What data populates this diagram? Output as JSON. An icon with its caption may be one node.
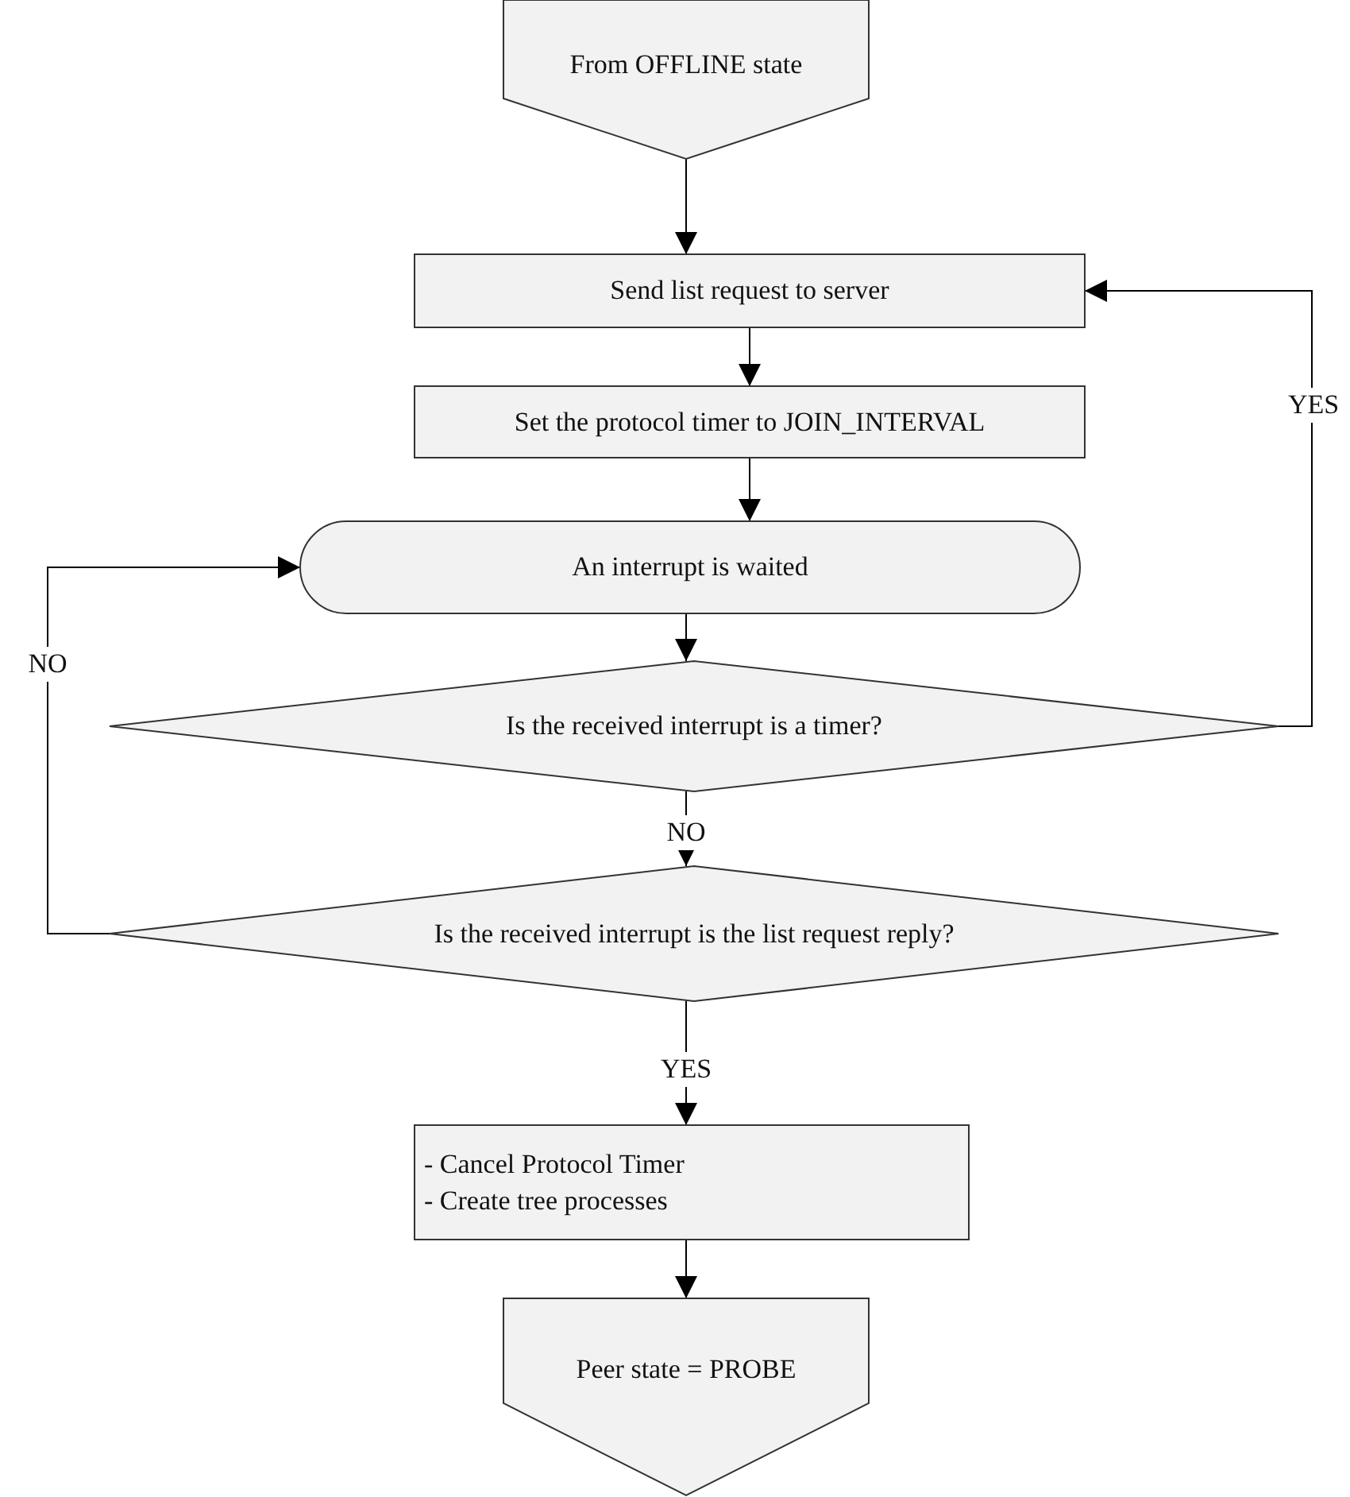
{
  "diagram": {
    "nodes": [
      {
        "text": [
          "From OFFLINE state"
        ]
      },
      {
        "text": [
          "Send list request to server"
        ]
      },
      {
        "text": [
          "Set the protocol timer to JOIN_INTERVAL"
        ]
      },
      {
        "text": [
          "An interrupt is waited"
        ]
      },
      {
        "text": [
          "Is the received interrupt is a timer?"
        ]
      },
      {
        "text": [
          "Is the received interrupt is the list request reply?"
        ]
      },
      {
        "text": [
          "- Cancel Protocol Timer",
          "- Create tree processes"
        ]
      },
      {
        "text": [
          "Peer state = PROBE"
        ]
      }
    ],
    "edges": [
      {
        "from": 0,
        "to": 1,
        "arrow": "to"
      },
      {
        "from": 1,
        "to": 2,
        "arrow": "to"
      },
      {
        "from": 2,
        "to": 3,
        "arrow": "to"
      },
      {
        "from": 3,
        "to": 4,
        "arrow": "to"
      },
      {
        "from": 4,
        "to": 5,
        "arrow": "to",
        "label": "NO"
      },
      {
        "from": 4,
        "to": 1,
        "arrow": "to",
        "label": "YES"
      },
      {
        "from": 5,
        "to": 3,
        "arrow": "to",
        "label": "NO"
      },
      {
        "from": 5,
        "to": 6,
        "arrow": "to",
        "label": "YES"
      },
      {
        "from": 6,
        "to": 7,
        "arrow": "to"
      }
    ]
  }
}
